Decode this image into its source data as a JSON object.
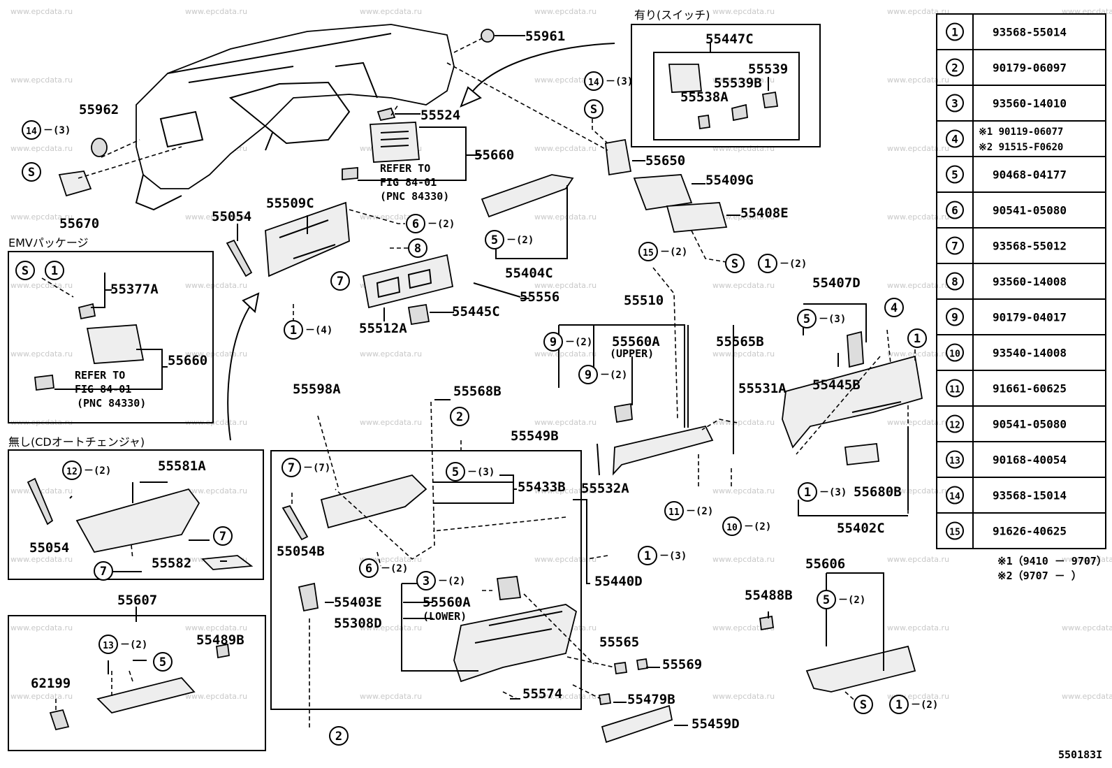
{
  "diagram_id": "550183I",
  "watermark": "www.epcdata.ru",
  "notes": {
    "with_switch": "有り(スイッチ)",
    "emv_package": "EMVパッケージ",
    "no_cd_changer": "無し(CDオートチェンジャ)",
    "upper": "(UPPER)",
    "lower": "(LOWER)",
    "refer_to": "REFER TO",
    "fig": "FIG 84-01",
    "pnc": "(PNC 84330)",
    "fn1": "※1（9410 － 9707）",
    "fn2": "※2（9707 －       ）"
  },
  "parts": {
    "p55961": "55961",
    "p55962": "55962",
    "p55670": "55670",
    "p55524": "55524",
    "p55660a": "55660",
    "p55447c": "55447C",
    "p55539": "55539",
    "p55539b": "55539B",
    "p55538a": "55538A",
    "p55650": "55650",
    "p55409g": "55409G",
    "p55408e": "55408E",
    "p55054a": "55054",
    "p55509c": "55509C",
    "p55404c": "55404C",
    "p55556": "55556",
    "p55445c": "55445C",
    "p55512a": "55512A",
    "p55377a": "55377A",
    "p55660b": "55660",
    "p55510": "55510",
    "p55560a_u": "55560A",
    "p55565b": "55565B",
    "p55407d": "55407D",
    "p55445b": "55445B",
    "p55531a": "55531A",
    "p55598a": "55598A",
    "p55568b": "55568B",
    "p55549b": "55549B",
    "p55532a": "55532A",
    "p55581a": "55581A",
    "p55054b": "55054",
    "p55582": "55582",
    "p55433b": "55433B",
    "p55054b2": "55054B",
    "p55440d": "55440D",
    "p55680b": "55680B",
    "p55402c": "55402C",
    "p55607": "55607",
    "p55489b": "55489B",
    "p62199": "62199",
    "p55403e": "55403E",
    "p55560a_l": "55560A",
    "p55308d": "55308D",
    "p55565": "55565",
    "p55569": "55569",
    "p55574": "55574",
    "p55479b": "55479B",
    "p55459d": "55459D",
    "p55606": "55606",
    "p55488b": "55488B"
  },
  "qty": {
    "q3": "(3)",
    "q2": "(2)",
    "q4": "(4)",
    "q7": "(7)"
  },
  "callouts": [
    "1",
    "2",
    "3",
    "4",
    "5",
    "6",
    "7",
    "8",
    "9",
    "10",
    "11",
    "12",
    "13",
    "14",
    "15",
    "S"
  ],
  "table": [
    {
      "ref": "1",
      "code": "93568-55014"
    },
    {
      "ref": "2",
      "code": "90179-06097"
    },
    {
      "ref": "3",
      "code": "93560-14010"
    },
    {
      "ref": "4",
      "code": "※1 90119-06077",
      "code2": "※2 91515-F0620"
    },
    {
      "ref": "5",
      "code": "90468-04177"
    },
    {
      "ref": "6",
      "code": "90541-05080"
    },
    {
      "ref": "7",
      "code": "93568-55012"
    },
    {
      "ref": "8",
      "code": "93560-14008"
    },
    {
      "ref": "9",
      "code": "90179-04017"
    },
    {
      "ref": "10",
      "code": "93540-14008"
    },
    {
      "ref": "11",
      "code": "91661-60625"
    },
    {
      "ref": "12",
      "code": "90541-05080"
    },
    {
      "ref": "13",
      "code": "90168-40054"
    },
    {
      "ref": "14",
      "code": "93568-15014"
    },
    {
      "ref": "15",
      "code": "91626-40625"
    }
  ]
}
